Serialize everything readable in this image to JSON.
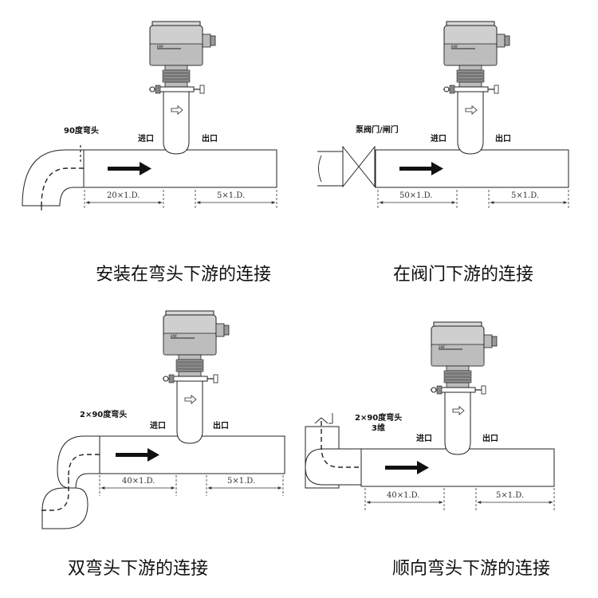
{
  "colors": {
    "line": "#222222",
    "head": "#c9c9c9",
    "head_dark": "#a9a9a9",
    "arrow": "#111111"
  },
  "panels": [
    {
      "id": "elbow",
      "fitting_label": "90度弯头",
      "inlet_label": "进口",
      "outlet_label": "出口",
      "upstream_dim": "20×1.D.",
      "downstream_dim": "5×1.D.",
      "caption": "安装在弯头下游的连接"
    },
    {
      "id": "valve",
      "fitting_label": "泵阀门/闸门",
      "inlet_label": "进口",
      "outlet_label": "出口",
      "upstream_dim": "50×1.D.",
      "downstream_dim": "5×1.D.",
      "caption": "在阀门下游的连接"
    },
    {
      "id": "double-elbow",
      "fitting_label": "2×90度弯头",
      "inlet_label": "进口",
      "outlet_label": "出口",
      "upstream_dim": "40×1.D.",
      "downstream_dim": "5×1.D.",
      "caption": "双弯头下游的连接"
    },
    {
      "id": "3d-elbow",
      "fitting_label": "2×90度弯头",
      "fitting_label_2": "3维",
      "inlet_label": "进口",
      "outlet_label": "出口",
      "upstream_dim": "40×1.D.",
      "downstream_dim": "5×1.D.",
      "caption": "顺向弯头下游的连接"
    }
  ]
}
